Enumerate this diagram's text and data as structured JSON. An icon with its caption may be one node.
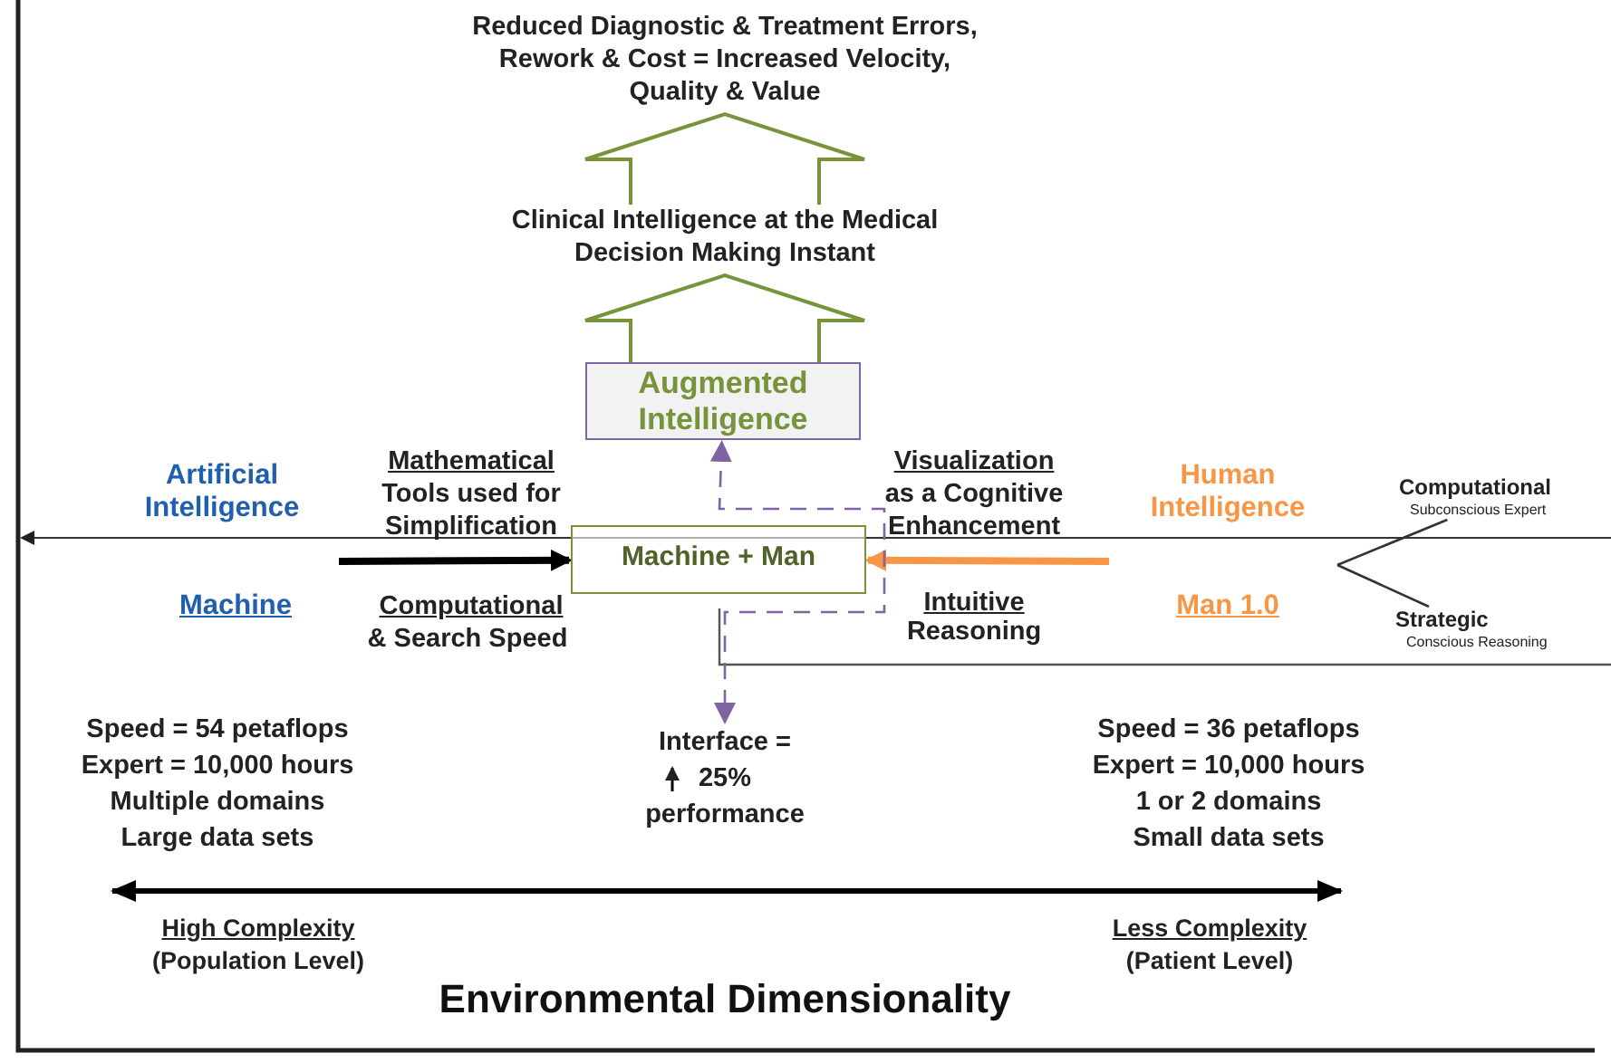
{
  "diagram": {
    "nodes": [
      {
        "text": [
          "Reduced Diagnostic & Treatment Errors, Rework & Cost = Increased Velocity, Quality & Value"
        ]
      },
      {
        "text": [
          "Clinical Intelligence at the Medical Decision Making Instant"
        ]
      },
      {
        "text": [
          "Augmented Intelligence"
        ]
      },
      {
        "text": [
          "Machine + Man"
        ]
      },
      {
        "text": [
          "Interface = 25% performance"
        ]
      },
      {
        "text": [
          "Computational",
          "Subconscious Expert"
        ]
      },
      {
        "text": [
          "Strategic",
          "Conscious Reasoning"
        ]
      }
    ],
    "edges": [
      {
        "from": 2,
        "to": 1,
        "arrow": "to",
        "style": "thick",
        "color": "#77933c"
      },
      {
        "from": 1,
        "to": 0,
        "arrow": "to",
        "style": "thick",
        "color": "#77933c"
      },
      {
        "from": null,
        "to": 3,
        "arrow": "to",
        "style": "thick",
        "color": "#000000"
      },
      {
        "from": null,
        "to": 3,
        "arrow": "to",
        "style": "thick",
        "color": "#f79646"
      },
      {
        "from": 2,
        "to": 4,
        "arrow": "both",
        "style": "dashed",
        "color": "#8064a2"
      },
      {
        "from": null,
        "to": 5,
        "arrow": "none"
      },
      {
        "from": null,
        "to": 6,
        "arrow": "none"
      }
    ],
    "labels": [
      "Artificial Intelligence",
      "Mathematical",
      "Tools used for Simplification",
      "Visualization",
      "as a Cognitive Enhancement",
      "Human Intelligence",
      "Machine",
      "Computational",
      "& Search Speed",
      "Intuitive",
      "Reasoning",
      "Man 1.0",
      "Speed = 54 petaflops",
      "Expert = 10,000 hours",
      "Multiple domains",
      "Large data sets",
      "Speed = 36 petaflops",
      "Expert = 10,000 hours",
      "1 or 2 domains",
      "Small data sets",
      "High Complexity",
      "(Population Level)",
      "Less Complexity",
      "(Patient Level)",
      "Environmental Dimensionality"
    ]
  }
}
